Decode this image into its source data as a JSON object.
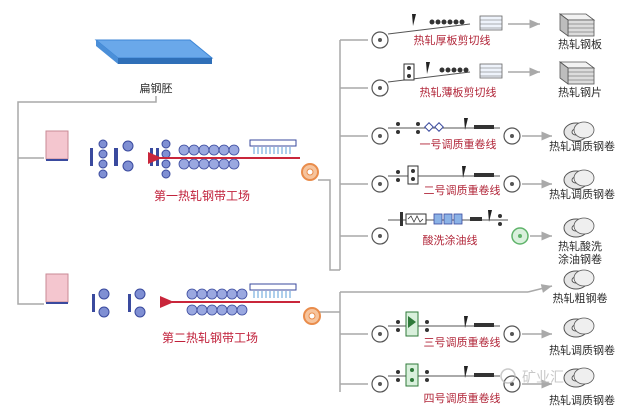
{
  "slab_label": "扁钢胚",
  "plant1_label": "第一热轧钢带工场",
  "plant2_label": "第二热轧钢带工场",
  "lines": [
    {
      "line": "热轧厚板剪切线",
      "product": "热轧钢板"
    },
    {
      "line": "热轧薄板剪切线",
      "product": "热轧钢片"
    },
    {
      "line": "一号调质重卷线",
      "product": "热轧调质钢卷"
    },
    {
      "line": "二号调质重卷线",
      "product": "热轧调质钢卷"
    },
    {
      "line": "酸洗涂油线",
      "product": "热轧酸洗",
      "product2": "涂油钢卷"
    },
    {
      "line": "",
      "product": "热轧粗钢卷"
    },
    {
      "line": "三号调质重卷线",
      "product": "热轧调质钢卷"
    },
    {
      "line": "四号调质重卷线",
      "product": "热轧调质钢卷"
    }
  ],
  "watermark": "矿业汇",
  "colors": {
    "flow_line": "#a9a9a9",
    "slab": "#3d86d6",
    "furnace": "#f4c6cf",
    "roll": "#3a4a9e",
    "arrow_red": "#c9263b",
    "coil_orange": "#e98c4b",
    "coil_green": "#5fb36a"
  }
}
